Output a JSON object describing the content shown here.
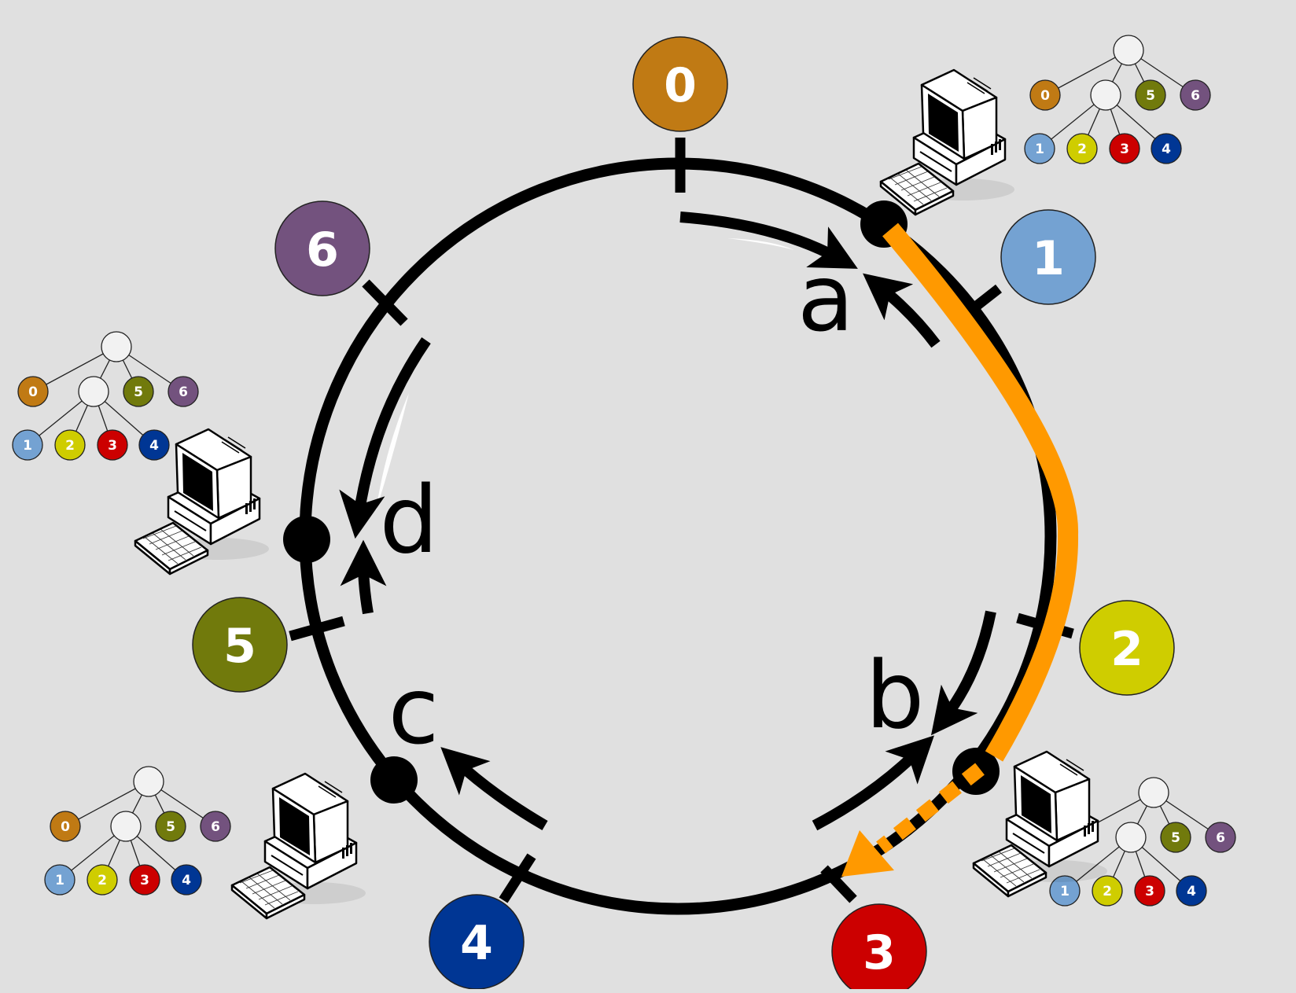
{
  "keys": [
    {
      "label": "0",
      "color": "#c07a14"
    },
    {
      "label": "1",
      "color": "#74a2d2"
    },
    {
      "label": "2",
      "color": "#cfcd00"
    },
    {
      "label": "3",
      "color": "#cc0000"
    },
    {
      "label": "4",
      "color": "#003694"
    },
    {
      "label": "5",
      "color": "#717a0c"
    },
    {
      "label": "6",
      "color": "#73527e"
    }
  ],
  "nodes": [
    {
      "label": "a"
    },
    {
      "label": "b"
    },
    {
      "label": "c"
    },
    {
      "label": "d"
    }
  ],
  "colors": {
    "background": "#e0e0e0",
    "ring": "#000000",
    "lookup_path": "#ff9900",
    "tree_node": "#f2f2f2"
  },
  "icons": [
    "computer-icon",
    "keyboard-icon",
    "tree-icon"
  ]
}
